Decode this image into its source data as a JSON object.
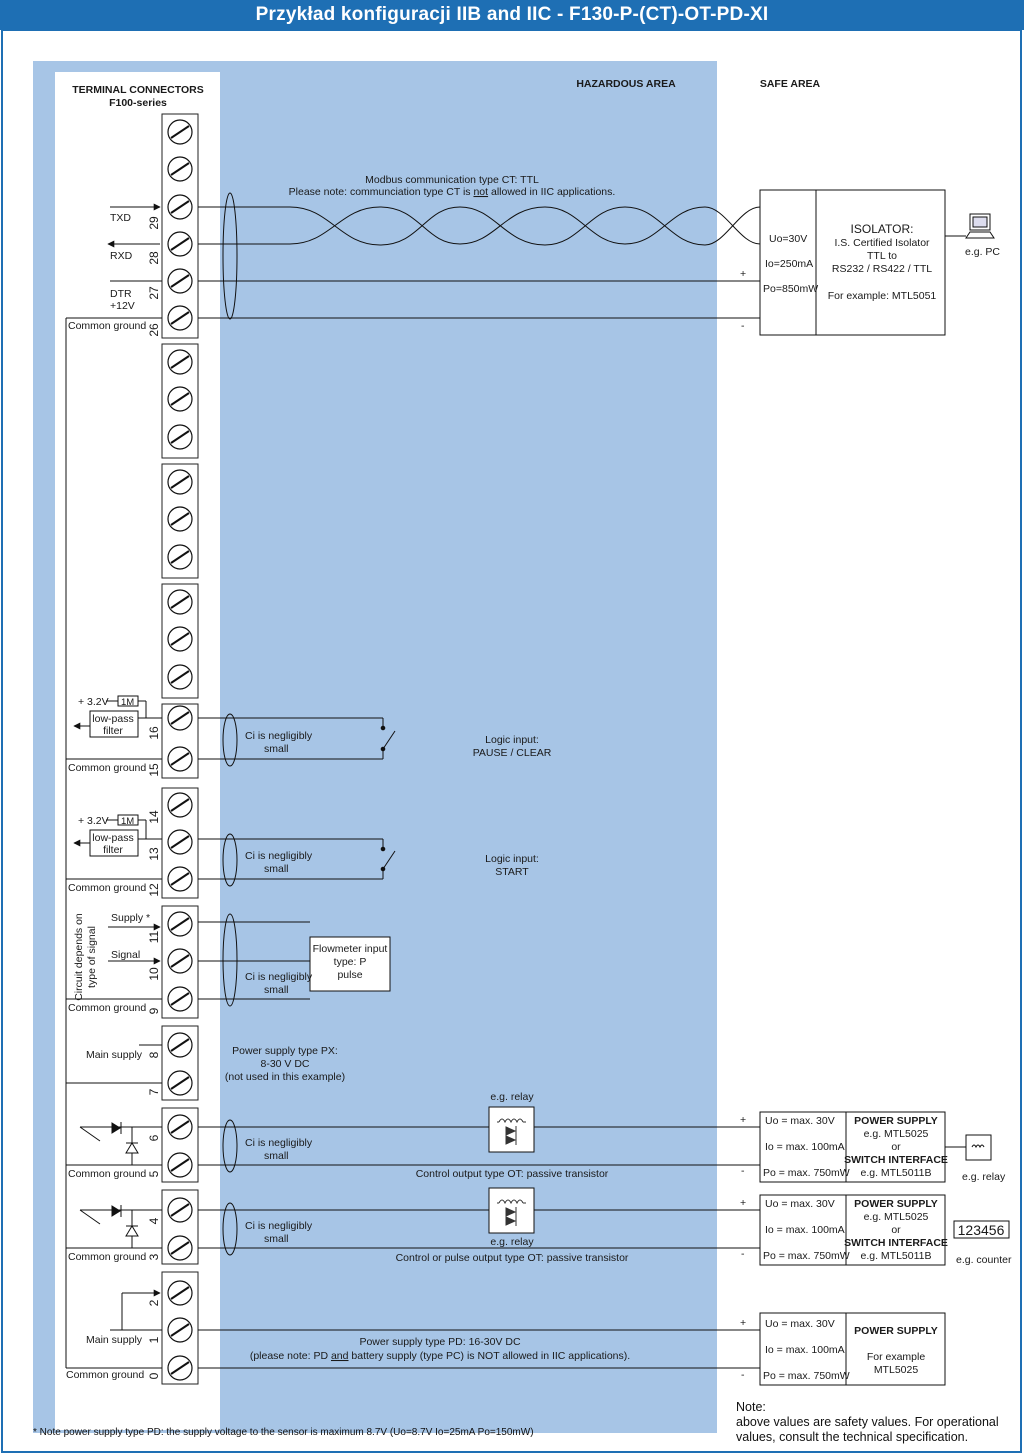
{
  "title": "Przykład konfiguracji  IIB and IIC - F130-P-(CT)-OT-PD-XI",
  "colors": {
    "title_bar": "#1e6fb4",
    "hazardous_area": "#a7c5e6",
    "frame": "#1e6fb4"
  },
  "areas": {
    "hazardous": "HAZARDOUS AREA",
    "safe": "SAFE AREA"
  },
  "terminal_block": {
    "title": "TERMINAL CONNECTORS",
    "subtitle": "F100-series"
  },
  "terminals": {
    "t29": "29",
    "t28": "28",
    "t27": "27",
    "t26": "26",
    "t16": "16",
    "t15": "15",
    "t14": "14",
    "t13": "13",
    "t12": "12",
    "t11": "11",
    "t10": "10",
    "t9": "9",
    "t8": "8",
    "t7": "7",
    "t6": "6",
    "t5": "5",
    "t4": "4",
    "t3": "3",
    "t2": "2",
    "t1": "1",
    "t0": "0"
  },
  "left_labels": {
    "txd": "TXD",
    "rxd": "RXD",
    "dtr": "DTR",
    "dtr_v": "+12V",
    "common_ground": "Common ground",
    "v32": "+ 3.2V",
    "r1m": "1M",
    "lowpass_1": "low-pass",
    "lowpass_2": "filter",
    "supply_star": "Supply *",
    "signal": "Signal",
    "circuit_1": "Circuit depends on",
    "circuit_2": "type of signal",
    "main_supply": "Main supply"
  },
  "modbus": {
    "line1": "Modbus communication type CT: TTL",
    "line2_a": "Please note: communciation type CT is ",
    "line2_b": "not",
    "line2_c": " allowed in IIC applications."
  },
  "isolator": {
    "uo": "Uo=30V",
    "io": "Io=250mA",
    "po": "Po=850mW",
    "title": "ISOLATOR:",
    "l1": "I.S. Certified Isolator",
    "l2": "TTL to",
    "l3": "RS232 / RS422 / TTL",
    "l4": "For example: MTL5051",
    "pc_label": "e.g. PC",
    "plus": "+",
    "minus": "-"
  },
  "ci": {
    "line1": "Ci is negligibly",
    "line2": "small"
  },
  "logic1": {
    "line1": "Logic input:",
    "line2": "PAUSE / CLEAR"
  },
  "logic2": {
    "line1": "Logic input:",
    "line2": "START"
  },
  "flowmeter": {
    "line1": "Flowmeter input",
    "line2": "type: P",
    "line3": "pulse"
  },
  "power_px": {
    "line1": "Power supply  type PX:",
    "line2": "8-30 V DC",
    "line3": "(not used in this example)"
  },
  "output1": {
    "relay": "e.g. relay",
    "caption": "Control output type OT: passive transistor",
    "uo": "Uo = max. 30V",
    "io": "Io = max. 100mA",
    "po": "Po = max. 750mW",
    "ps_title": "POWER SUPPLY",
    "ps_l1": "e.g. MTL5025",
    "ps_or": "or",
    "ps_sw": "SWITCH INTERFACE",
    "ps_l2": "e.g. MTL5011B",
    "device_label": "e.g. relay",
    "plus": "+",
    "minus": "-"
  },
  "output2": {
    "relay": "e.g. relay",
    "caption": "Control or pulse output type OT: passive transistor",
    "uo": "Uo = max. 30V",
    "io": "Io = max. 100mA",
    "po": "Po = max. 750mW",
    "ps_title": "POWER SUPPLY",
    "ps_l1": "e.g. MTL5025",
    "ps_or": "or",
    "ps_sw": "SWITCH INTERFACE",
    "ps_l2": "e.g. MTL5011B",
    "counter_value": "123456",
    "device_label": "e.g. counter",
    "plus": "+",
    "minus": "-"
  },
  "power_pd": {
    "line1": "Power supply type PD: 16-30V DC",
    "line2_a": "(please note: PD ",
    "line2_b": "and",
    "line2_c": " battery supply (type PC) is NOT allowed in IIC applications).",
    "uo": "Uo = max. 30V",
    "io": "Io = max. 100mA",
    "po": "Po = max. 750mW",
    "ps_title": "POWER SUPPLY",
    "ps_l1": "For example",
    "ps_l2": "MTL5025",
    "plus": "+",
    "minus": "-"
  },
  "note": {
    "title": "Note:",
    "body": "above values are safety values. For operational values, consult the technical specification."
  },
  "footnote": "* Note power supply type PD:  the supply voltage to the sensor is maximum 8.7V  (Uo=8.7V   Io=25mA   Po=150mW)"
}
